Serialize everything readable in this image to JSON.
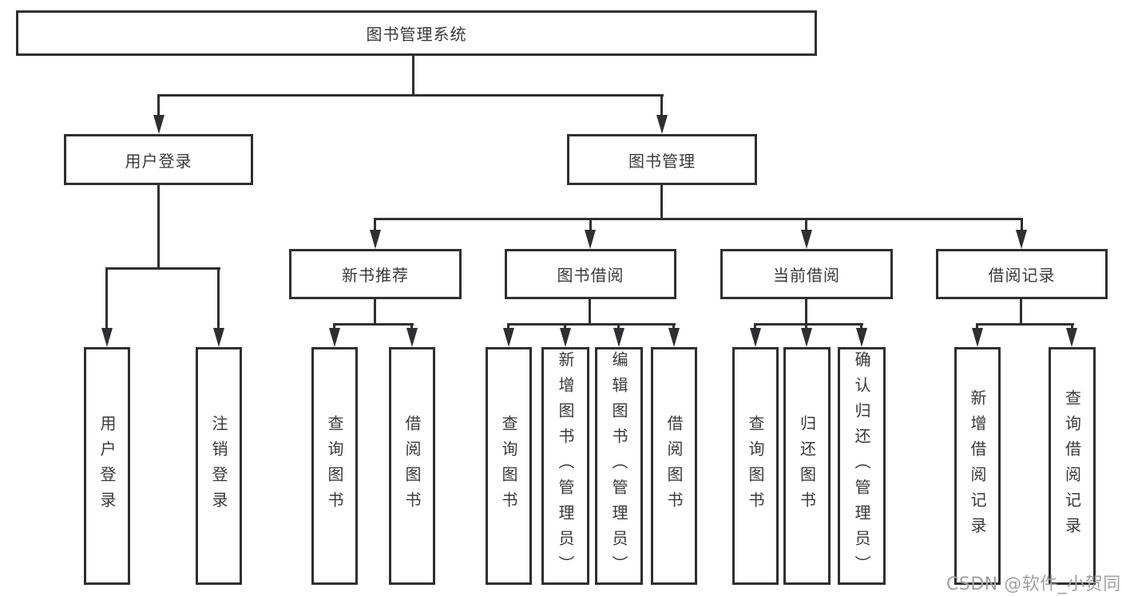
{
  "colors": {
    "line": "#2f2f31",
    "text": "#39393b",
    "wm": "#a0a0a0",
    "bg": "#ffffff"
  },
  "root": {
    "label": "图书管理系统"
  },
  "branches": {
    "user_login": {
      "label": "用户登录",
      "children": [
        {
          "label": "用户登录"
        },
        {
          "label": "注销登录"
        }
      ]
    },
    "book_management": {
      "label": "图书管理",
      "sections": [
        {
          "label": "新书推荐",
          "children": [
            {
              "label": "查询图书"
            },
            {
              "label": "借阅图书"
            }
          ]
        },
        {
          "label": "图书借阅",
          "children": [
            {
              "label": "查询图书"
            },
            {
              "label": "新增图书（管理员）"
            },
            {
              "label": "编辑图书（管理员）"
            },
            {
              "label": "借阅图书"
            }
          ]
        },
        {
          "label": "当前借阅",
          "children": [
            {
              "label": "查询图书"
            },
            {
              "label": "归还图书"
            },
            {
              "label": "确认归还（管理员）"
            }
          ]
        },
        {
          "label": "借阅记录",
          "children": [
            {
              "label": "新增借阅记录"
            },
            {
              "label": "查询借阅记录"
            }
          ]
        }
      ]
    }
  },
  "watermark": {
    "text": "CSDN @软件_小贺同学"
  }
}
